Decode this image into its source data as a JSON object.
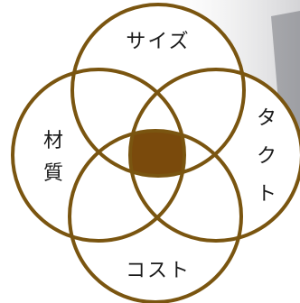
{
  "diagram": {
    "colors": {
      "outline": "#7a5510",
      "center": "#7a4a0c",
      "circle_fill": "#ffffff",
      "text": "#1a1a1a"
    },
    "labels": {
      "top": "サイズ",
      "right": [
        "タ",
        "ク",
        "ト"
      ],
      "bottom": "コスト",
      "left": [
        "材",
        "質"
      ]
    }
  }
}
